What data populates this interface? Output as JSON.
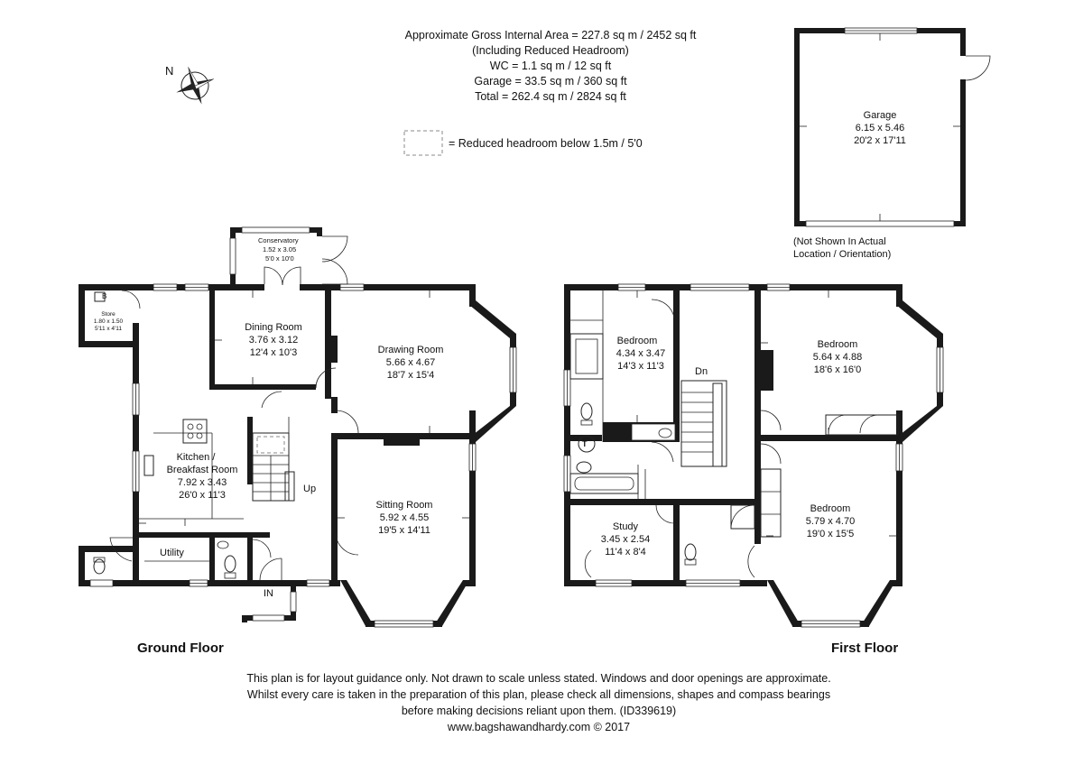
{
  "header": {
    "areas": [
      "Approximate Gross Internal Area = 227.8 sq m / 2452 sq ft",
      "(Including Reduced Headroom)",
      "WC = 1.1 sq m / 12 sq ft",
      "Garage = 33.5 sq m / 360 sq ft",
      "Total = 262.4 sq m / 2824 sq ft"
    ],
    "legend": "= Reduced headroom below 1.5m / 5'0",
    "compass_label": "N"
  },
  "garage": {
    "name": "Garage",
    "metric": "6.15 x 5.46",
    "imperial": "20'2 x 17'11",
    "note_line1": "(Not Shown In Actual",
    "note_line2": "Location / Orientation)"
  },
  "ground_floor": {
    "title": "Ground Floor",
    "in_label": "IN",
    "up_label": "Up",
    "boiler_label": "B",
    "rooms": {
      "conservatory": {
        "name": "Conservatory",
        "metric": "1.52 x 3.05",
        "imperial": "5'0 x 10'0"
      },
      "store": {
        "name": "Store",
        "metric": "1.80 x 1.50",
        "imperial": "5'11 x 4'11"
      },
      "dining": {
        "name": "Dining Room",
        "metric": "3.76 x 3.12",
        "imperial": "12'4 x 10'3"
      },
      "drawing": {
        "name": "Drawing Room",
        "metric": "5.66 x 4.67",
        "imperial": "18'7 x 15'4"
      },
      "kitchen": {
        "name_line1": "Kitchen /",
        "name_line2": "Breakfast Room",
        "metric": "7.92 x 3.43",
        "imperial": "26'0 x 11'3"
      },
      "sitting": {
        "name": "Sitting Room",
        "metric": "5.92 x 4.55",
        "imperial": "19'5 x 14'11"
      },
      "utility": {
        "name": "Utility"
      }
    }
  },
  "first_floor": {
    "title": "First Floor",
    "dn_label": "Dn",
    "tank_label": "T",
    "rooms": {
      "bedroom1": {
        "name": "Bedroom",
        "metric": "4.34 x 3.47",
        "imperial": "14'3 x 11'3"
      },
      "bedroom2": {
        "name": "Bedroom",
        "metric": "5.64 x 4.88",
        "imperial": "18'6 x 16'0"
      },
      "bedroom3": {
        "name": "Bedroom",
        "metric": "5.79 x 4.70",
        "imperial": "19'0 x 15'5"
      },
      "study": {
        "name": "Study",
        "metric": "3.45 x 2.54",
        "imperial": "11'4 x 8'4"
      }
    }
  },
  "disclaimer": {
    "line1": "This plan is for layout guidance only. Not drawn to scale unless stated. Windows and door openings are approximate.",
    "line2": "Whilst every care is taken in the preparation of this plan, please check all dimensions, shapes and compass bearings",
    "line3": "before making decisions reliant upon them. (ID339619)",
    "website": "www.bagshawandhardy.com © 2017"
  }
}
